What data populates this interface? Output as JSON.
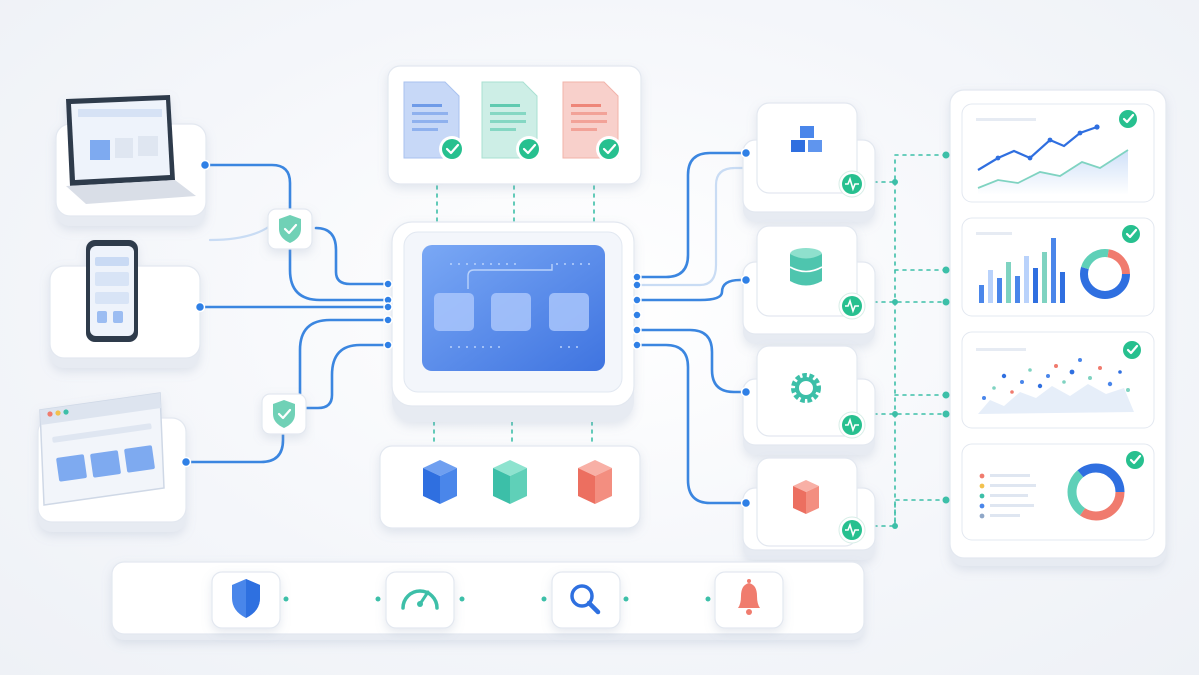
{
  "diagram": {
    "kind": "system-architecture-illustration",
    "colors": {
      "primary_blue": "#2f80e6",
      "teal": "#3cbfa8",
      "coral": "#f07b6e",
      "success_green": "#27c08f",
      "card_white": "#ffffff",
      "background": "#f5f7fb"
    },
    "icons": {
      "clients": [
        "laptop-icon",
        "smartphone-icon",
        "browser-window-icon"
      ],
      "gateways": [
        "shield-icon",
        "shield-icon"
      ],
      "documents": [
        "document-icon",
        "document-icon",
        "document-icon"
      ],
      "hub": "processing-board-icon",
      "modules": [
        "cube-icon",
        "cube-icon",
        "cube-icon"
      ],
      "services": [
        "blocks-icon",
        "database-icon",
        "gear-icon",
        "cube-icon"
      ],
      "service_status": "heartbeat-icon",
      "dashboards": [
        "line-chart-icon",
        "bar-donut-chart-icon",
        "scatter-chart-icon",
        "list-donut-chart-icon"
      ],
      "monitoring": [
        "shield-icon",
        "speedometer-icon",
        "magnifier-icon",
        "bell-icon"
      ]
    },
    "status": {
      "documents_verified": 3,
      "dashboards_verified": 4
    }
  }
}
